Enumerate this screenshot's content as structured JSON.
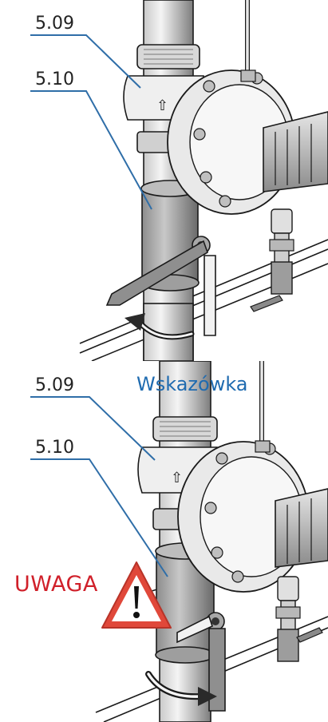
{
  "top": {
    "labels": {
      "upper": "5.09",
      "lower": "5.10"
    }
  },
  "bottom": {
    "labels": {
      "upper": "5.09",
      "lower": "5.10"
    },
    "hint": "Wskazówka",
    "warning": "UWAGA"
  },
  "colors": {
    "hint_text": "#1f6bb0",
    "warning_text": "#d0202a",
    "warning_sign_border": "#e0483a",
    "callout_line": "#2f6ea8",
    "handle_gray": "#8f8f8f",
    "outline": "#1a1a1a"
  },
  "icons": {
    "warning_sign": "warning-triangle-icon",
    "rotation_arrow": "rotation-arrow-icon",
    "flow_direction": "flow-arrow-icon"
  }
}
